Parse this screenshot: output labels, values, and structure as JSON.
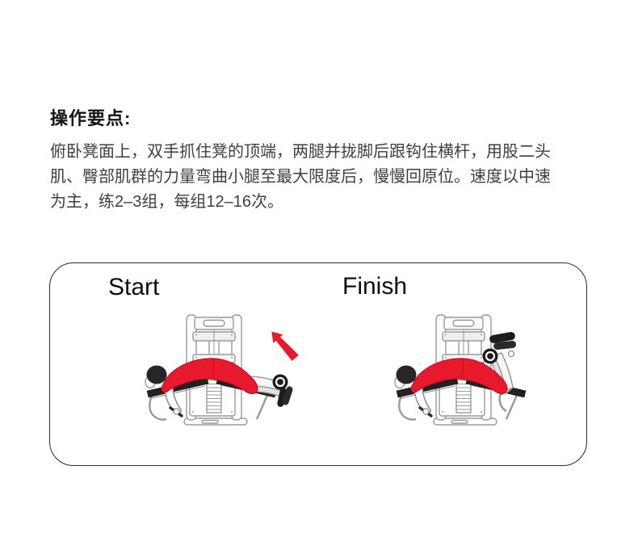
{
  "heading": "操作要点:",
  "paragraph_lines": [
    "俯卧凳面上，双手抓住凳的顶端，两腿并拢脚后跟钩住横杆，用股二头",
    "肌、臀部肌群的力量弯曲小腿至最大限度后，慢慢回原位。速度以中速",
    "为主，练2–3组，每组12–16次。"
  ],
  "figure": {
    "start_label": "Start",
    "finish_label": "Finish",
    "start_icon": "leg-curl-start-pose-illustration",
    "finish_icon": "leg-curl-finish-pose-illustration",
    "arrow_icon": "curl-direction-arrow"
  },
  "colors": {
    "accent_red": "#E8192C",
    "accent_red_dark": "#B51220",
    "machine_gray": "#9A9A9A",
    "dark": "#1F1F1F",
    "text_dark": "#141414",
    "text_body": "#3F3F3F",
    "box_border": "#2B2B2B"
  }
}
